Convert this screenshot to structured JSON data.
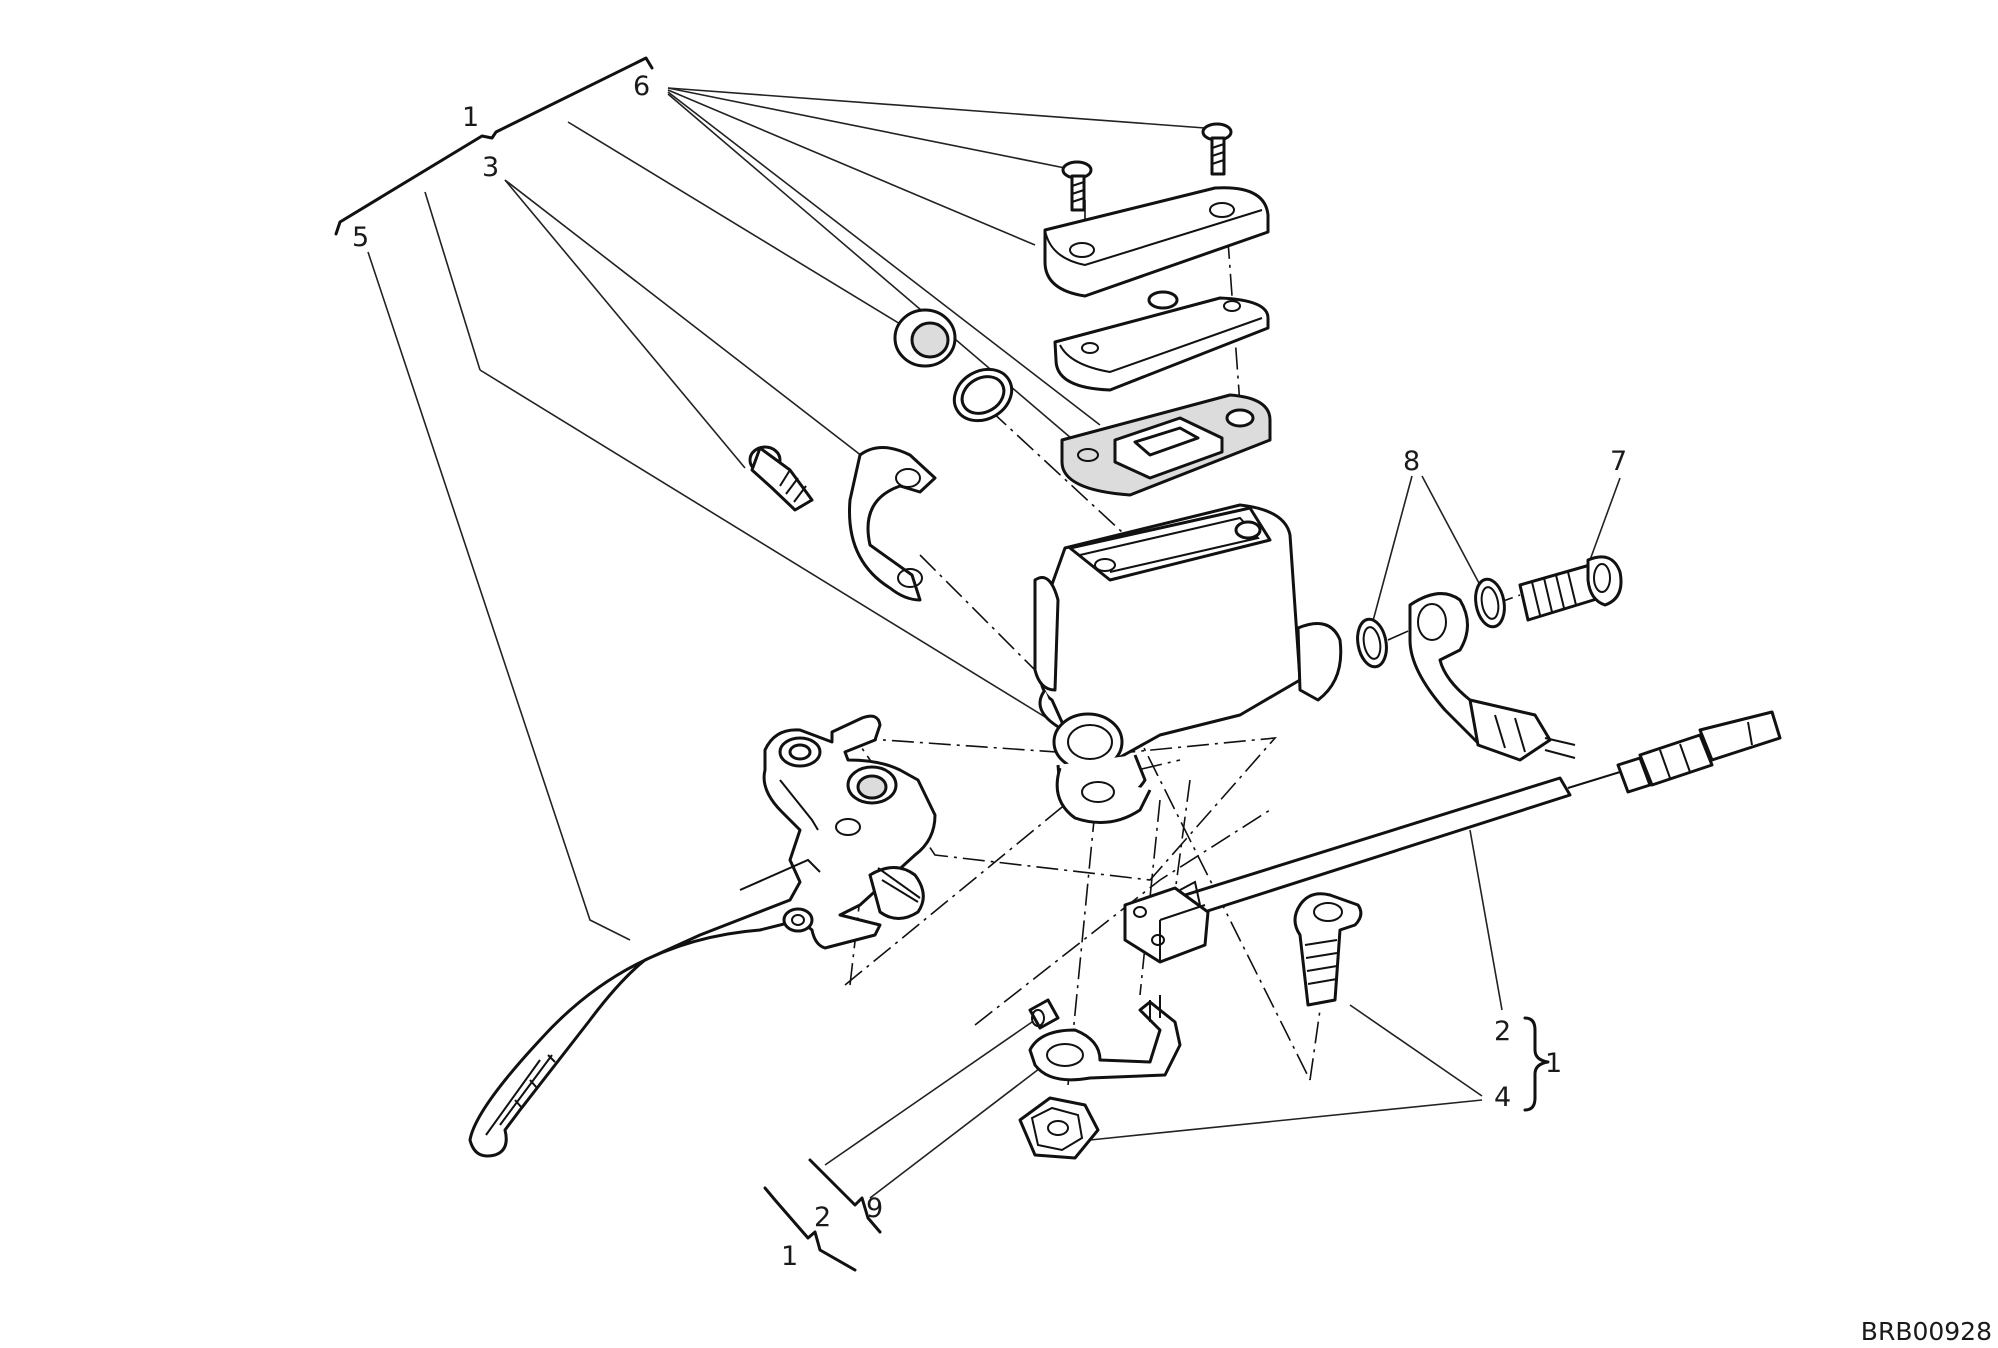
{
  "diagram": {
    "callouts": {
      "c1_top": "1",
      "c6": "6",
      "c3": "3",
      "c5": "5",
      "c8": "8",
      "c7": "7",
      "c2_right": "2",
      "c1_right": "1",
      "c4": "4",
      "c9": "9",
      "c2_bottom": "2",
      "c1_bottom": "1"
    },
    "drawing_code": "BRB00928"
  }
}
